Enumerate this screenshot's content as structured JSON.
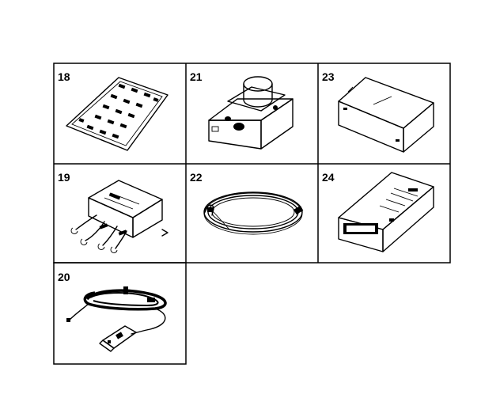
{
  "parts": [
    {
      "number": "18",
      "icon": "keypad-overlay-card-icon"
    },
    {
      "number": "21",
      "icon": "transformer-power-pack-icon"
    },
    {
      "number": "23",
      "icon": "rectangular-box-icon"
    },
    {
      "number": "19",
      "icon": "terminal-junction-box-icon"
    },
    {
      "number": "22",
      "icon": "coiled-cable-icon"
    },
    {
      "number": "24",
      "icon": "cassette-box-icon"
    },
    {
      "number": "20",
      "icon": "remote-sensor-cable-icon"
    }
  ],
  "colors": {
    "line": "#000000",
    "background": "#ffffff"
  }
}
